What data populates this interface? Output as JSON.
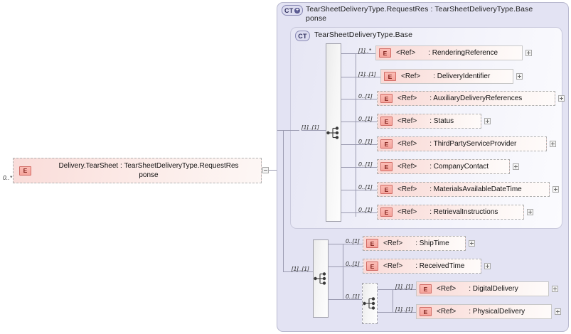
{
  "diagram": {
    "type": "xsd-schema-diagram",
    "root_element": {
      "cardinality": "0..*",
      "badge": "E",
      "label": "Delivery.TearSheet : TearSheetDeliveryType.RequestResponse",
      "line1": "Delivery.TearSheet : TearSheetDeliveryType.RequestRes",
      "line2": "ponse",
      "toggle": "minus"
    },
    "outer_container": {
      "badge": "CT",
      "badge_icon": "plus-circle",
      "title_line1": "TearSheetDeliveryType.RequestRes : TearSheetDeliveryType.Base",
      "title_line2": "ponse",
      "title": "TearSheetDeliveryType.RequestResponse : TearSheetDeliveryType.Base"
    },
    "inner_container": {
      "badge": "CT",
      "title": "TearSheetDeliveryType.Base"
    },
    "compositors": [
      {
        "name": "base-sequence",
        "kind": "sequence",
        "style": "solid",
        "cardinality": "[1]..[1]"
      },
      {
        "name": "delivery-sequence",
        "kind": "sequence",
        "style": "solid",
        "cardinality": "[1]..[1]"
      },
      {
        "name": "delivery-choice",
        "kind": "choice",
        "style": "dashed",
        "cardinality": "0..[1]"
      }
    ],
    "base_elements": [
      {
        "cardinality": "[1]..*",
        "badge": "E",
        "ref": "<Ref>",
        "name": ": RenderingReference",
        "required": true,
        "expand": "plus"
      },
      {
        "cardinality": "[1]..[1]",
        "badge": "E",
        "ref": "<Ref>",
        "name": ": DeliveryIdentifier",
        "required": true,
        "expand": "plus"
      },
      {
        "cardinality": "0..[1]",
        "badge": "E",
        "ref": "<Ref>",
        "name": ": AuxiliaryDeliveryReferences",
        "required": false,
        "expand": "plus"
      },
      {
        "cardinality": "0..[1]",
        "badge": "E",
        "ref": "<Ref>",
        "name": ": Status",
        "required": false,
        "expand": "plus"
      },
      {
        "cardinality": "0..[1]",
        "badge": "E",
        "ref": "<Ref>",
        "name": ": ThirdPartyServiceProvider",
        "required": false,
        "expand": "plus"
      },
      {
        "cardinality": "0..[1]",
        "badge": "E",
        "ref": "<Ref>",
        "name": ": CompanyContact",
        "required": false,
        "expand": "plus"
      },
      {
        "cardinality": "0..[1]",
        "badge": "E",
        "ref": "<Ref>",
        "name": ": MaterialsAvailableDateTime",
        "required": false,
        "expand": "plus"
      },
      {
        "cardinality": "0..[1]",
        "badge": "E",
        "ref": "<Ref>",
        "name": ": RetrievalInstructions",
        "required": false,
        "expand": "plus"
      }
    ],
    "delivery_elements": [
      {
        "cardinality": "0..[1]",
        "badge": "E",
        "ref": "<Ref>",
        "name": ": ShipTime",
        "required": false,
        "expand": "plus"
      },
      {
        "cardinality": "0..[1]",
        "badge": "E",
        "ref": "<Ref>",
        "name": ": ReceivedTime",
        "required": false,
        "expand": "plus"
      }
    ],
    "choice_elements": [
      {
        "cardinality": "[1]..[1]",
        "badge": "E",
        "ref": "<Ref>",
        "name": ": DigitalDelivery",
        "required": true,
        "expand": "plus"
      },
      {
        "cardinality": "[1]..[1]",
        "badge": "E",
        "ref": "<Ref>",
        "name": ": PhysicalDelivery",
        "required": true,
        "expand": "plus"
      }
    ],
    "colors": {
      "element_fill": "#f9d9d6",
      "element_badge": "#f5a49c",
      "container_fill": "#e3e3f3",
      "compositor_fill": "#f2f2f2",
      "line": "#9a9ab0"
    }
  }
}
